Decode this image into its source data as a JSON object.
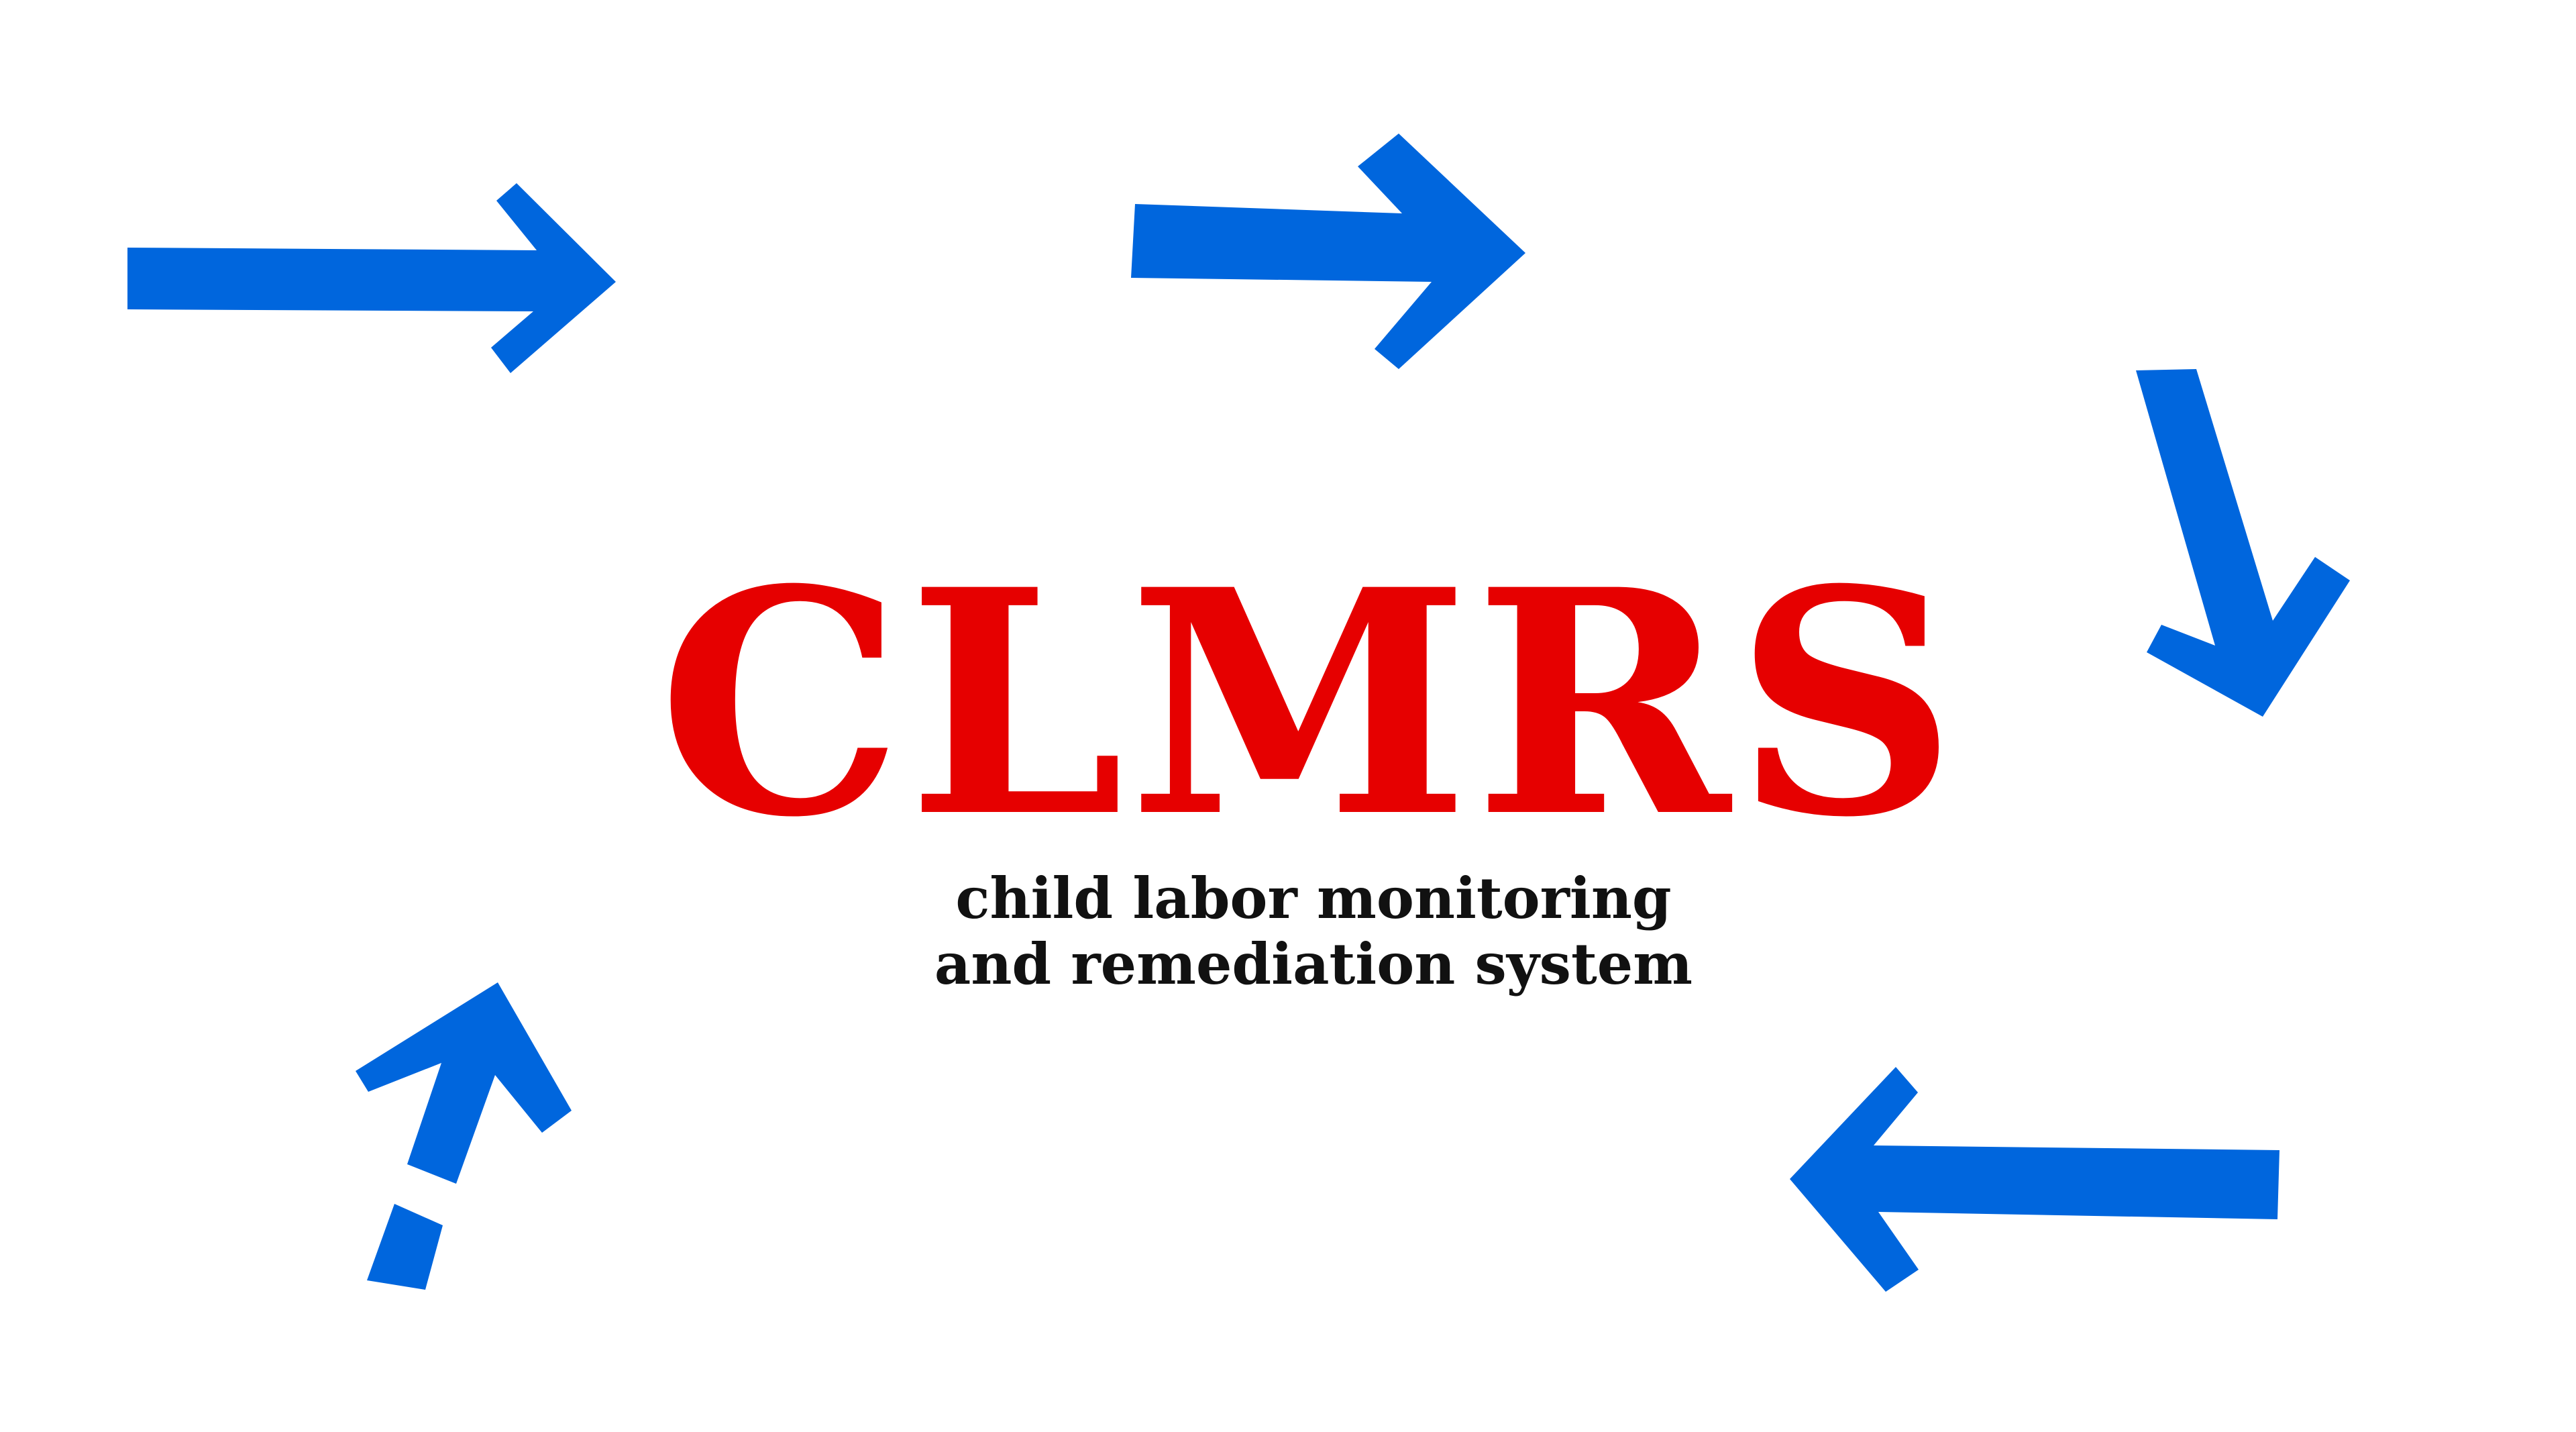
{
  "title": "CLMRS",
  "subtitle": {
    "line1": "child labor monitoring",
    "line2": "and remediation system"
  },
  "colors": {
    "title": "#e60000",
    "subtitle": "#111111",
    "arrows": "#0066dd",
    "background": "#ffffff"
  },
  "diagram": {
    "type": "cycle",
    "arrow_count": 6,
    "arrow_directions": [
      "right",
      "right",
      "down-right",
      "left",
      "up",
      "up-partial"
    ]
  }
}
